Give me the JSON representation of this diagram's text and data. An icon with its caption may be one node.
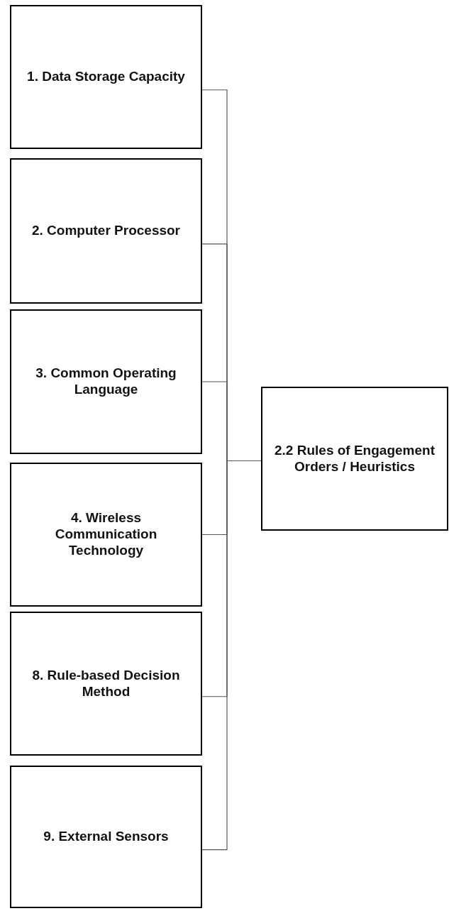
{
  "diagram": {
    "nodes": [
      {
        "text": [
          "1. Data Storage Capacity"
        ]
      },
      {
        "text": [
          "2. Computer Processor"
        ]
      },
      {
        "text": [
          "3. Common Operating Language"
        ]
      },
      {
        "text": [
          "4. Wireless Communication Technology"
        ]
      },
      {
        "text": [
          "8. Rule-based Decision Method"
        ]
      },
      {
        "text": [
          "9. External Sensors"
        ]
      },
      {
        "text": [
          "2.2 Rules of Engagement Orders / Heuristics"
        ]
      }
    ],
    "edges": [
      {
        "from": 0,
        "to": 6,
        "arrow": "none"
      },
      {
        "from": 1,
        "to": 6,
        "arrow": "none"
      },
      {
        "from": 2,
        "to": 6,
        "arrow": "none"
      },
      {
        "from": 3,
        "to": 6,
        "arrow": "none"
      },
      {
        "from": 4,
        "to": 6,
        "arrow": "none"
      },
      {
        "from": 5,
        "to": 6,
        "arrow": "none"
      }
    ]
  }
}
